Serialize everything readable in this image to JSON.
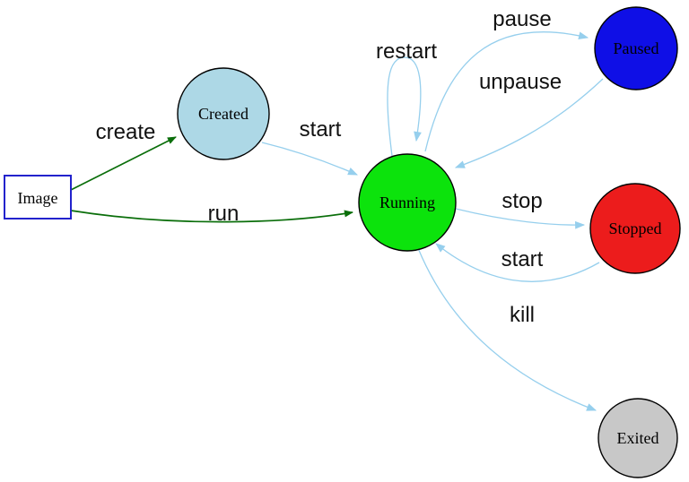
{
  "diagram": {
    "background": "#ffffff",
    "colors": {
      "edge_blue": "#96cfed",
      "edge_green": "#0a6e0a",
      "text": "#111111"
    },
    "nodes": {
      "image": {
        "label": "Image",
        "fill": "#ffffff",
        "stroke": "#2222cc"
      },
      "created": {
        "label": "Created",
        "fill": "#add8e6",
        "stroke": "#000000"
      },
      "running": {
        "label": "Running",
        "fill": "#0ce30c",
        "stroke": "#000000"
      },
      "paused": {
        "label": "Paused",
        "fill": "#0f0fe6",
        "stroke": "#000000"
      },
      "stopped": {
        "label": "Stopped",
        "fill": "#ec1c1c",
        "stroke": "#000000"
      },
      "exited": {
        "label": "Exited",
        "fill": "#c8c8c8",
        "stroke": "#000000"
      }
    },
    "edges": [
      {
        "from": "image",
        "to": "created",
        "label": "create",
        "color": "#0a6e0a"
      },
      {
        "from": "image",
        "to": "running",
        "label": "run",
        "color": "#0a6e0a"
      },
      {
        "from": "created",
        "to": "running",
        "label": "start",
        "color": "#96cfed"
      },
      {
        "from": "running",
        "to": "running",
        "label": "restart",
        "color": "#96cfed"
      },
      {
        "from": "running",
        "to": "paused",
        "label": "pause",
        "color": "#96cfed"
      },
      {
        "from": "paused",
        "to": "running",
        "label": "unpause",
        "color": "#96cfed"
      },
      {
        "from": "running",
        "to": "stopped",
        "label": "stop",
        "color": "#96cfed"
      },
      {
        "from": "stopped",
        "to": "running",
        "label": "start",
        "color": "#96cfed"
      },
      {
        "from": "running",
        "to": "exited",
        "label": "kill",
        "color": "#96cfed"
      }
    ]
  }
}
